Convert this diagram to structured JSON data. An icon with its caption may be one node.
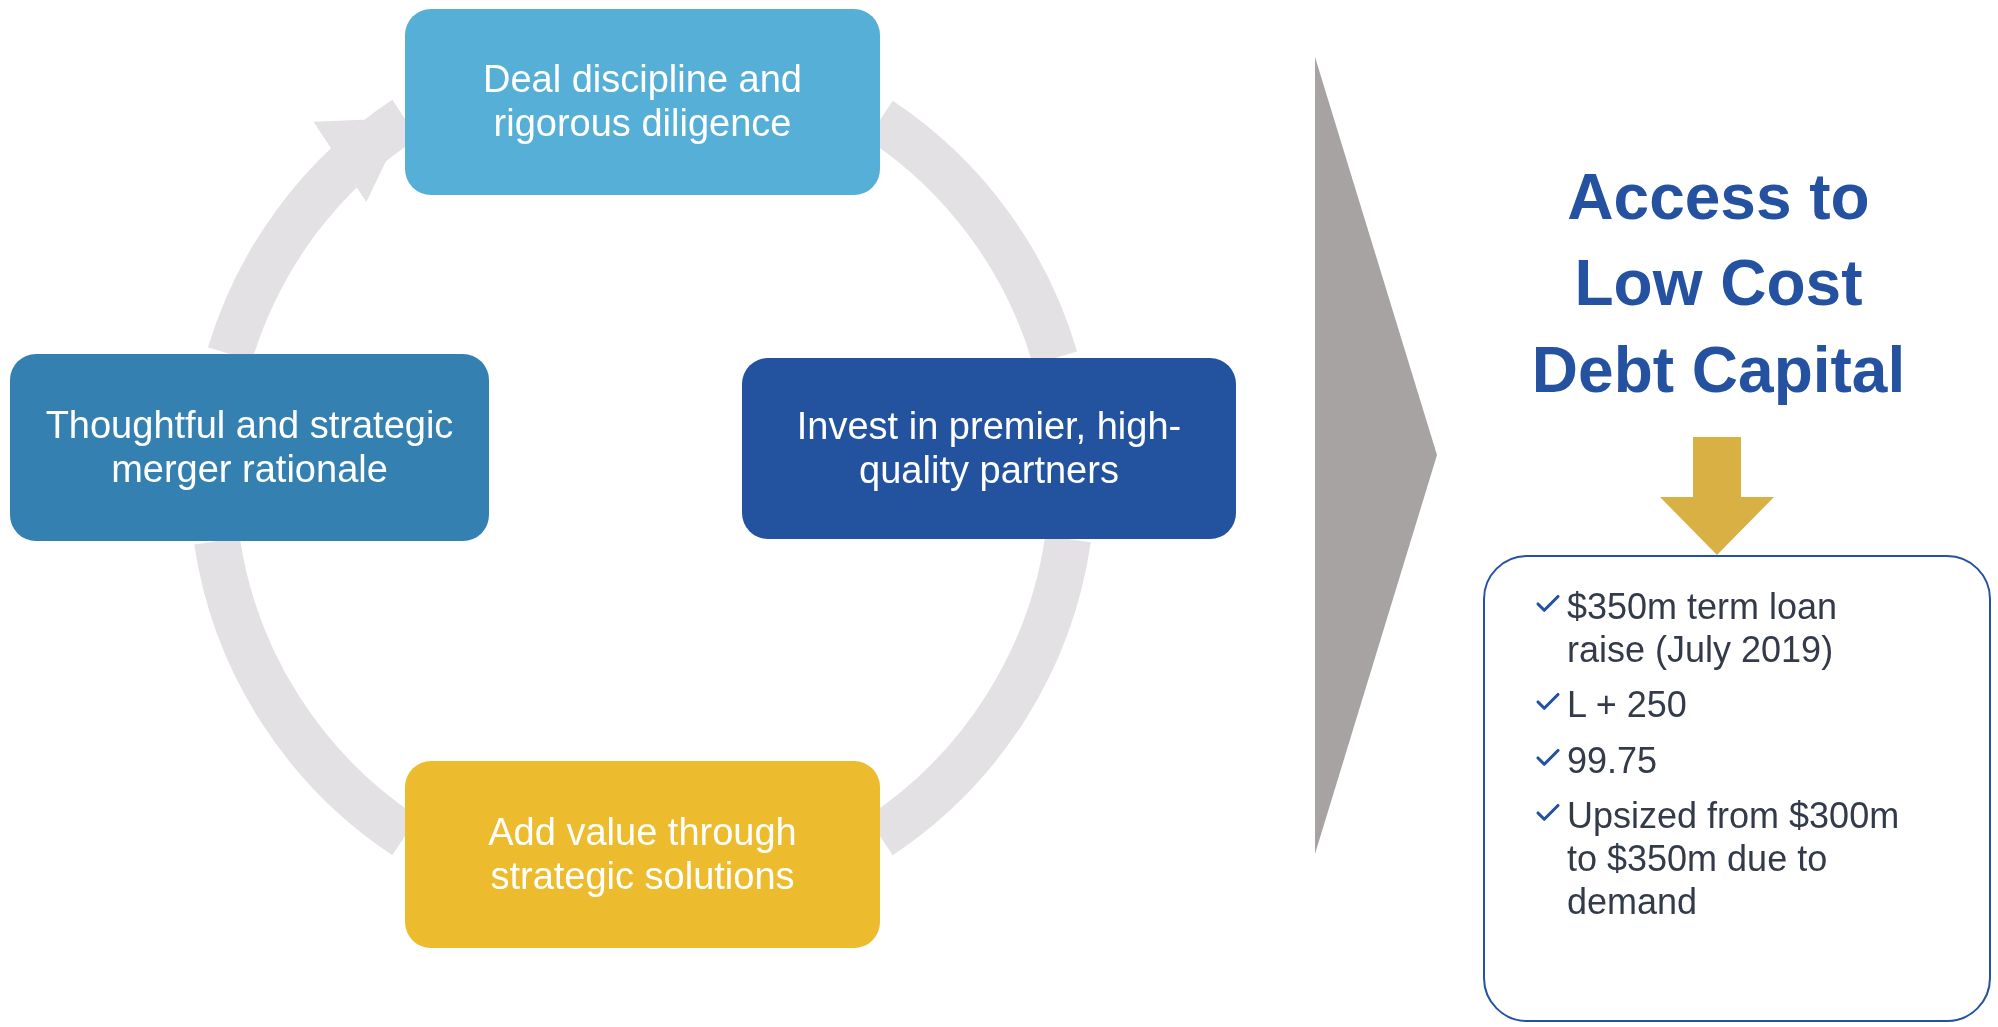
{
  "diagram": {
    "nodes": [
      {
        "text": [
          "Deal discipline and rigorous diligence"
        ]
      },
      {
        "text": [
          "Invest in premier, high-quality partners"
        ]
      },
      {
        "text": [
          "Add value through strategic solutions"
        ]
      },
      {
        "text": [
          "Thoughtful and strategic merger rationale"
        ]
      },
      {
        "text": [
          "Access to Low Cost Debt Capital"
        ]
      },
      {
        "text": [
          "$350m term loan raise (July 2019)",
          "L + 250",
          "99.75",
          "Upsized from $300m to $350m due to demand"
        ]
      },
      {
        "text": [],
        "shape": "chevron"
      }
    ],
    "edges": [
      {
        "from": 3,
        "to": 0,
        "arrow": "to"
      },
      {
        "from": 0,
        "to": 1,
        "arrow": "none"
      },
      {
        "from": 1,
        "to": 2,
        "arrow": "none"
      },
      {
        "from": 2,
        "to": 3,
        "arrow": "none"
      },
      {
        "from": 4,
        "to": 5,
        "arrow": "to",
        "color": "#d8b043"
      }
    ]
  }
}
